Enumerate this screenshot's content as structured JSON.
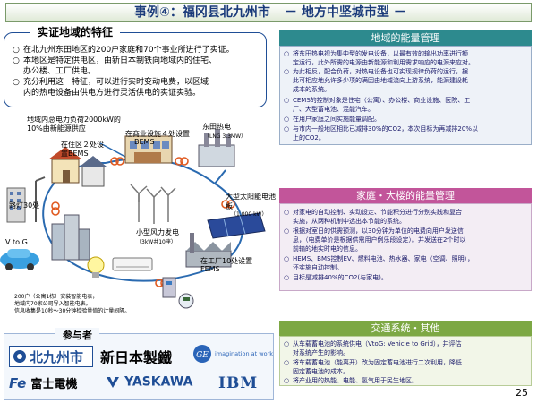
{
  "header": {
    "title_left": "事例④：福冈县北九州市",
    "title_right": "－ 地方中坚城市型 －"
  },
  "feature": {
    "heading": "实证地域的特征",
    "bullets": [
      "在北九州东田地区的200户家庭和70个事业所进行了实证。",
      "本地区是特定供电区，由新日本制铁向地域内的住宅、",
      "办公楼、工厂供电。",
      "充分利用这一特征，可以进行实时变动电费，以区域",
      "内的热电设备由供电方进行灵活供电的实证实验。"
    ]
  },
  "diagram": {
    "grid_caption_1": "地域内总电力负荷2000kW的",
    "grid_caption_2": "10%由新能源供应",
    "home_bems_1": "在住区２处设",
    "home_bems_2": "置BEMS",
    "commercial_bems_1": "在商业设施４处设置",
    "commercial_bems_2": "BEMS",
    "cogen_1": "东田热电",
    "cogen_2": "（LNG 3.3MW）",
    "streetlight_1": "路灯30处",
    "streetlight_2": "",
    "solar_1": "大型太阳能电池",
    "solar_2": "板",
    "solar_3": "（1,000 kW）",
    "wind_1": "小型风力发电",
    "wind_2": "（3kW共10座）",
    "fems_1": "在工厂10处设置",
    "fems_2": "FEMS",
    "v2g": "V to G",
    "meter_note_1": "200户（公寓1栋）安装智能电表，",
    "meter_note_2": "地域内70家公司导入智能电表。",
    "meter_note_3": "信息收集是10秒～30分钟检验量值的计量间隔。"
  },
  "participants": {
    "heading": "参与者",
    "logos": {
      "kitakyushu": "北九州市",
      "nippon_steel": "新日本製鐵",
      "ge_text": "imagination at work",
      "ge_mark": "GE",
      "fuji": "富士電機",
      "yaskawa": "YASKAWA",
      "ibm": "IBM"
    }
  },
  "panels": {
    "regional": {
      "heading": "地域的能量管理",
      "bullets": [
        "将东田热电视为集中型的发电设备，以最有效的输出功率进行额",
        "定运行，此外所需的电源由新能源和利用需求响应的电源来应对。",
        "为此相反，配合负荷，对热电设备也可实现规律负荷的运行，据",
        "此可相应地允许多少项的满因由地域流向上游系统，能源建设耗",
        "成本的系统。",
        "CEMS的控制对象是住宅（公寓）、办公楼、商业设施、医院、工",
        "厂、大型蓄电池、混能汽车。",
        "在用户家庭之间实施能量调配。",
        "与市内一般地区相比已减排30%的CO2，本次目标为再减排20%以",
        "上的CO2。"
      ]
    },
    "home": {
      "heading": "家庭・大楼的能量管理",
      "bullets": [
        "对家电的自动控制、实动设定、节能积分进行分别实践和复合",
        "实施，从两种机制中选出本节能的系统。",
        "根据对室日的供需预测，以30分钟为单位的电费向用户发送信",
        "息，（电费单价是根据供需用户例乐段设定）。并发送在2个时以",
        "前输的地实时电的信息。",
        "HEMS、BMS控制EV、燃料电池、热水器、家电（空调、照明），",
        "还实施自动控制。",
        "目标是减排40%的CO2(与家电)。"
      ]
    },
    "transport": {
      "heading": "交通系统・其他",
      "bullets": [
        "从车载蓄电池的系统供电（VtoG: Vehicle to Grid），并评估",
        "对系统产生的影响。",
        "将车载蓄电池（能离开）改为固定蓄电池进行二次利用，降低",
        "固定蓄电池的成本。",
        "将产业用的热能、电能、氢气用于民生地区。"
      ]
    }
  },
  "page_number": "25",
  "colors": {
    "title_text": "#1a3a7a",
    "regional_header": "#2d8a8e",
    "home_header": "#c2559a",
    "transport_header": "#7da844",
    "feature_border": "#1f4e96"
  }
}
